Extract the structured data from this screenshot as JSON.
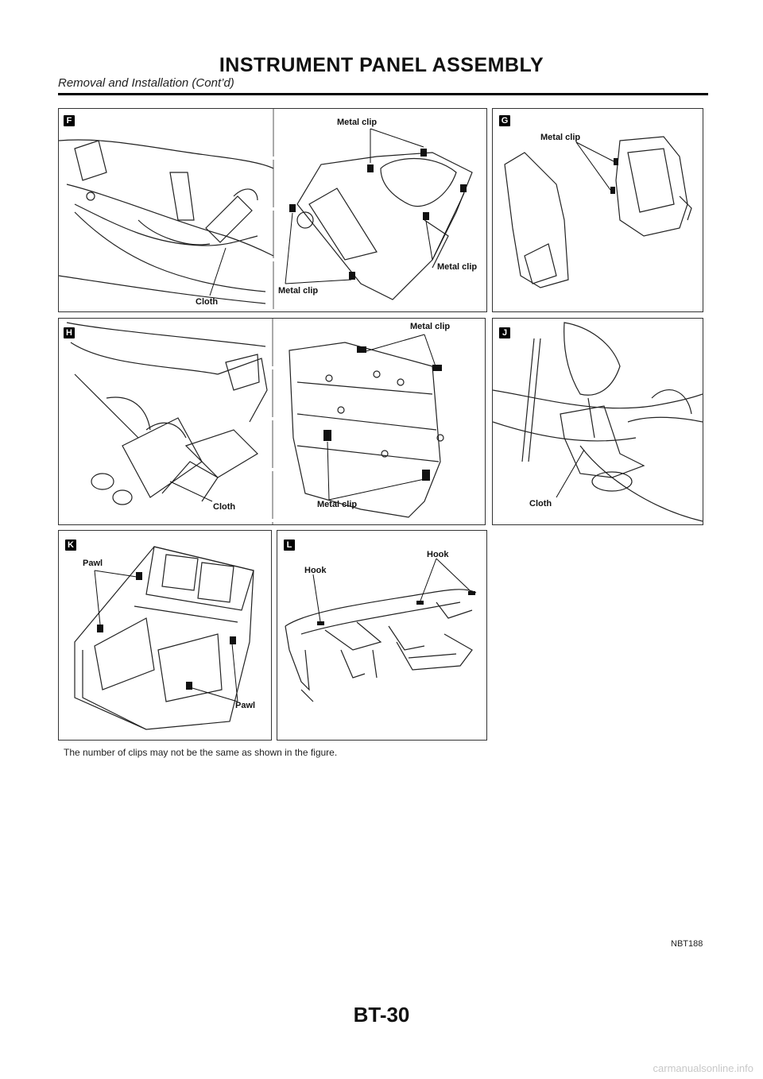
{
  "header": {
    "title": "INSTRUMENT PANEL ASSEMBLY",
    "subtitle": "Removal and Installation (Cont’d)"
  },
  "panels": {
    "f": {
      "badge": "F",
      "label_metal_clip_top": "Metal clip",
      "label_metal_clip_right": "Metal clip",
      "label_metal_clip_bottom": "Metal clip",
      "label_cloth": "Cloth"
    },
    "g": {
      "badge": "G",
      "label_metal_clip": "Metal clip"
    },
    "h": {
      "badge": "H",
      "label_metal_clip_top": "Metal clip",
      "label_metal_clip_bottom": "Metal clip",
      "label_cloth": "Cloth"
    },
    "j": {
      "badge": "J",
      "label_cloth": "Cloth"
    },
    "k": {
      "badge": "K",
      "label_pawl_top": "Pawl",
      "label_pawl_bottom": "Pawl"
    },
    "l": {
      "badge": "L",
      "label_hook_left": "Hook",
      "label_hook_right": "Hook"
    }
  },
  "note": "The number of clips may not be the same as shown in the figure.",
  "figure_id": "NBT188",
  "page_number": "BT-30",
  "watermark": "carmanualsonline.info"
}
